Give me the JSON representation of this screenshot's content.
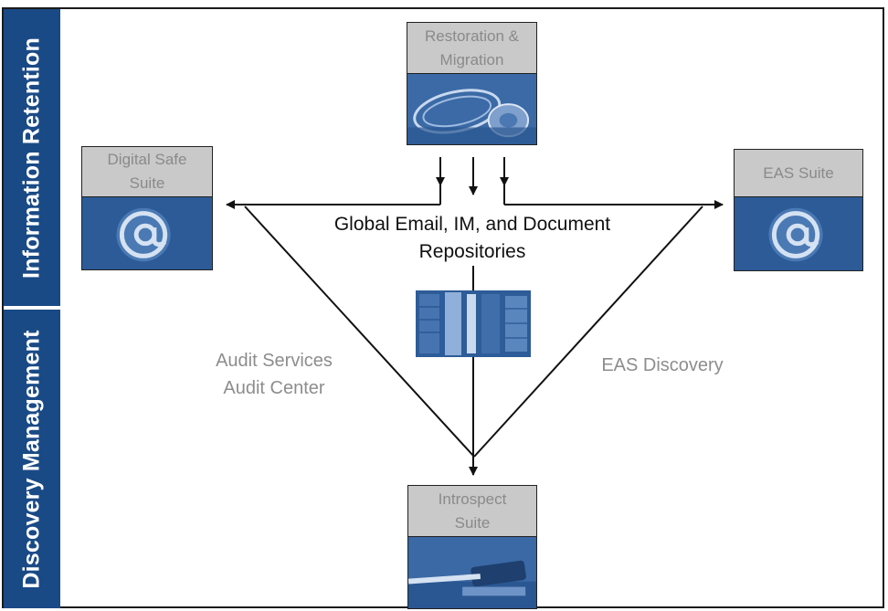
{
  "sidebar": {
    "top_label": "Information Retention",
    "bottom_label": "Discovery Management"
  },
  "nodes": {
    "restoration": {
      "line1": "Restoration &",
      "line2": "Migration"
    },
    "digital_safe": {
      "line1": "Digital Safe",
      "line2": "Suite"
    },
    "eas_suite": {
      "line1": "EAS Suite"
    },
    "introspect": {
      "line1": "Introspect",
      "line2": "Suite"
    }
  },
  "center": {
    "line1": "Global Email, IM, and Document",
    "line2": "Repositories"
  },
  "labels": {
    "audit_line1": "Audit Services",
    "audit_line2": "Audit Center",
    "eas_discovery": "EAS Discovery"
  },
  "colors": {
    "sidebar": "#1a4a86",
    "header_gray": "#c9c9c9",
    "image_blue": "#2f5e9a"
  }
}
